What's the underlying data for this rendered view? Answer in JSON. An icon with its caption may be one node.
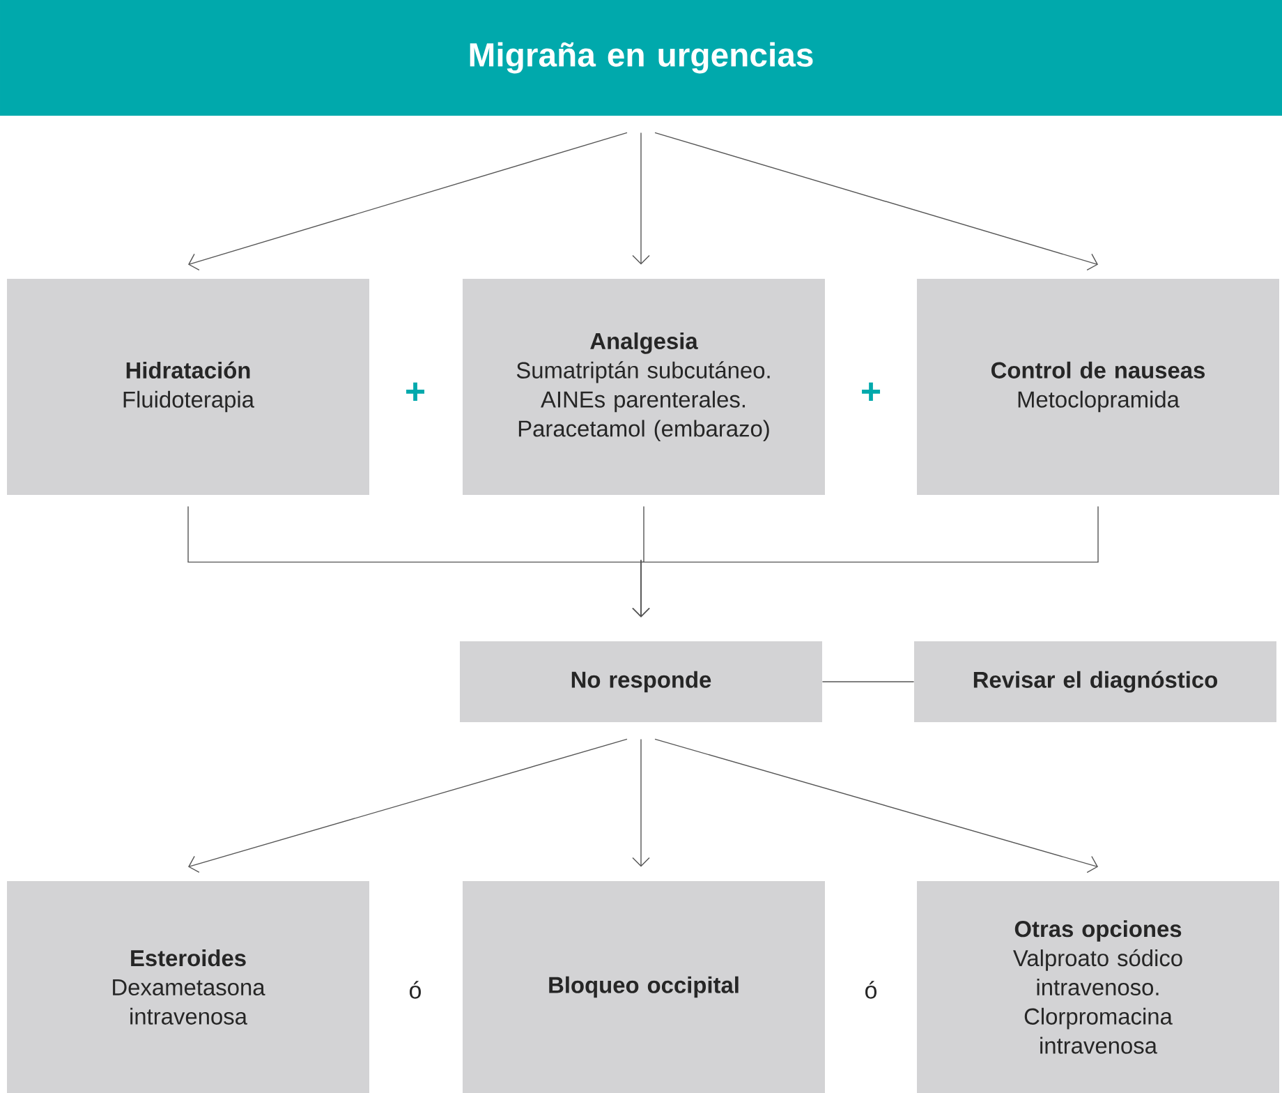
{
  "diagram": {
    "nodes": [
      {
        "text": [
          "Migraña en urgencias"
        ]
      },
      {
        "text": [
          "Hidratación",
          "Fluidoterapia"
        ]
      },
      {
        "text": [
          "Analgesia",
          "Sumatriptán subcutáneo. AINEs parenterales. Paracetamol (embarazo)"
        ]
      },
      {
        "text": [
          "Control de nauseas",
          "Metoclopramida"
        ]
      },
      {
        "text": [
          "No responde"
        ]
      },
      {
        "text": [
          "Revisar el diagnóstico"
        ]
      },
      {
        "text": [
          "Esteroides",
          "Dexametasona intravenosa"
        ]
      },
      {
        "text": [
          "Bloqueo occipital"
        ]
      },
      {
        "text": [
          "Otras opciones",
          "Valproato sódico intravenoso. Clorpromacina intravenosa"
        ]
      }
    ],
    "edges": [
      {
        "from": 0,
        "to": 1,
        "arrow": "to"
      },
      {
        "from": 0,
        "to": 2,
        "arrow": "to"
      },
      {
        "from": 0,
        "to": 3,
        "arrow": "to"
      },
      {
        "from": 1,
        "to": 4,
        "arrow": "to"
      },
      {
        "from": 2,
        "to": 4,
        "arrow": "to"
      },
      {
        "from": 3,
        "to": 4,
        "arrow": "to"
      },
      {
        "from": 4,
        "to": 5,
        "arrow": "none"
      },
      {
        "from": 4,
        "to": 6,
        "arrow": "to"
      },
      {
        "from": 4,
        "to": 7,
        "arrow": "to"
      },
      {
        "from": 4,
        "to": 8,
        "arrow": "to"
      }
    ],
    "labels": [
      "+",
      "+",
      "ó",
      "ó"
    ]
  }
}
